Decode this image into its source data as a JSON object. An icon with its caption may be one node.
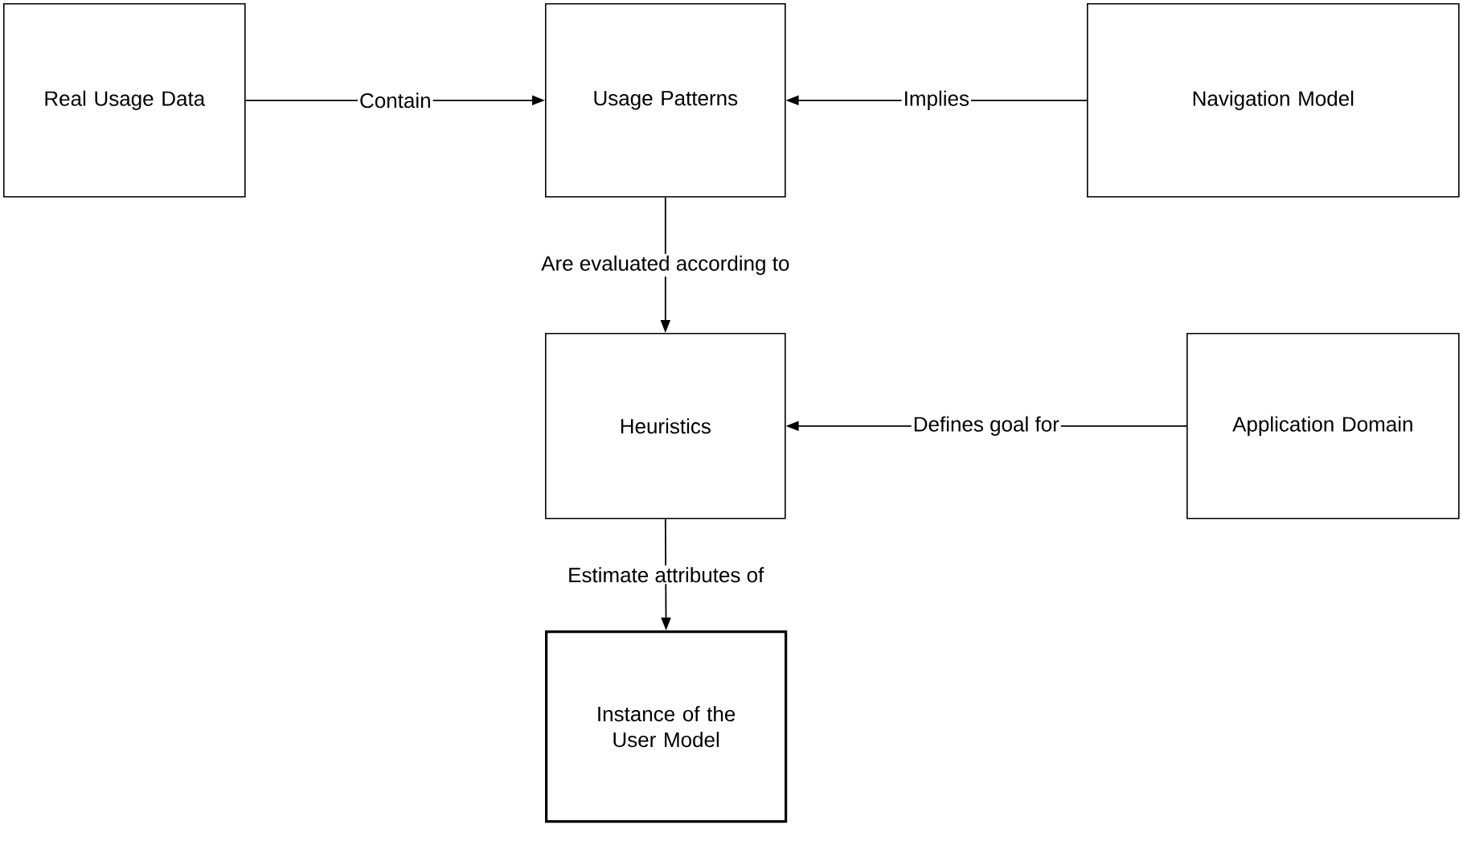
{
  "diagram": {
    "nodes": [
      {
        "text": [
          "Real Usage Data"
        ]
      },
      {
        "text": [
          "Usage Patterns"
        ]
      },
      {
        "text": [
          "Navigation Model"
        ]
      },
      {
        "text": [
          "Heuristics"
        ]
      },
      {
        "text": [
          "Application Domain"
        ]
      },
      {
        "text": [
          "Instance of the User Model"
        ]
      }
    ],
    "edges": [
      {
        "from": 0,
        "to": 1,
        "arrow": "to",
        "label": "Contain"
      },
      {
        "from": 2,
        "to": 1,
        "arrow": "to",
        "label": "Implies"
      },
      {
        "from": 1,
        "to": 3,
        "arrow": "to",
        "label": "Are evaluated according to"
      },
      {
        "from": 4,
        "to": 3,
        "arrow": "to",
        "label": "Defines goal for"
      },
      {
        "from": 3,
        "to": 5,
        "arrow": "to",
        "label": "Estimate attributes of"
      }
    ]
  }
}
